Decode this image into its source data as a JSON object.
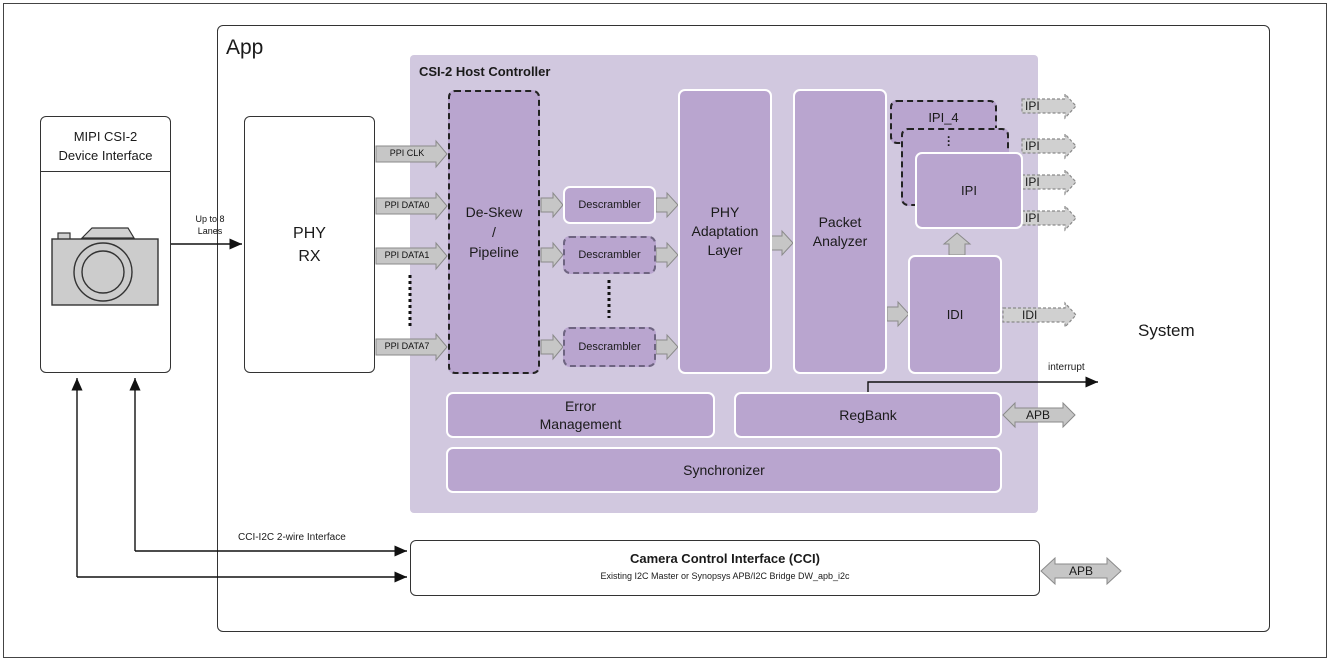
{
  "app_label": "App",
  "csi_label": "CSI-2 Host Controller",
  "device": {
    "title": "MIPI CSI-2\nDevice Interface",
    "icon": "camera-icon"
  },
  "link_label": "Up to 8\nLanes",
  "phy_rx": "PHY\nRX",
  "ppi_signals": [
    "PPI CLK",
    "PPI DATA0",
    "PPI DATA1",
    "PPI DATA7"
  ],
  "deskew": "De-Skew\n/\nPipeline",
  "descramblers": [
    "Descrambler",
    "Descrambler",
    "Descrambler"
  ],
  "phy_adapt": "PHY\nAdaptation\nLayer",
  "packet_analyzer": "Packet\nAnalyzer",
  "ipi_stack": {
    "back": "IPI_4",
    "front": "IPI"
  },
  "idi": "IDI",
  "outputs": [
    "IPI",
    "IPI",
    "IPI",
    "IPI",
    "IDI"
  ],
  "interrupt_label": "interrupt",
  "error_mgmt": "Error\nManagement",
  "regbank": "RegBank",
  "apb_reg": "APB",
  "synchronizer": "Synchronizer",
  "system": "System",
  "cci": {
    "title": "Camera Control Interface (CCI)",
    "subtitle": "Existing I2C Master or Synopsys APB/I2C Bridge DW_apb_i2c",
    "apb": "APB"
  },
  "cci_link_label": "CCI-I2C 2-wire Interface",
  "colors": {
    "block": "#b9a5cf",
    "panel": "#d1c8df",
    "arrow": "#c8c8c8"
  }
}
